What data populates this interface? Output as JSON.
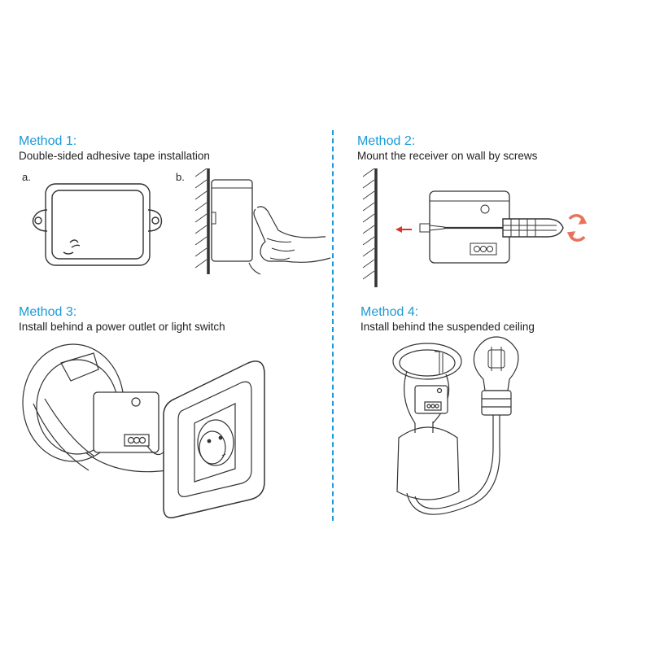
{
  "methods": [
    {
      "title": "Method 1:",
      "subtitle": "Double-sided adhesive tape installation",
      "labels": [
        "a.",
        "b."
      ]
    },
    {
      "title": "Method 2:",
      "subtitle": "Mount the receiver on wall by screws"
    },
    {
      "title": "Method 3:",
      "subtitle": "Install behind a power outlet  or light switch"
    },
    {
      "title": "Method 4:",
      "subtitle": "Install behind the suspended ceiling"
    }
  ],
  "colors": {
    "accent": "#1a9ad6",
    "line": "#333333",
    "arrow": "#d8352a",
    "rotate": "#e8735a"
  },
  "icons": [
    "screwdriver-icon",
    "rotate-icon",
    "arrow-left-icon",
    "hand-icon",
    "bulb-icon",
    "socket-icon"
  ]
}
